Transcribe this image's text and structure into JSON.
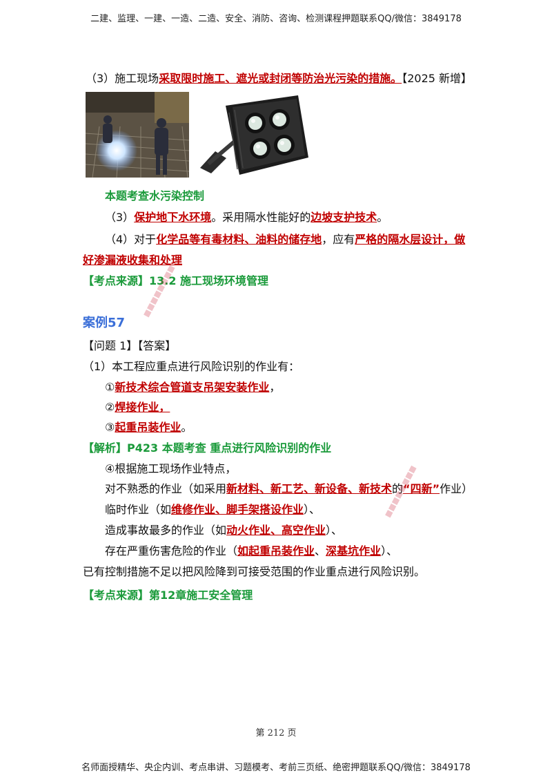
{
  "header": {
    "text": "二建、监理、一建、一造、二造、安全、消防、咨询、检测课程押题联系QQ/微信：3849178"
  },
  "section_light": {
    "prefix": "（3）施工现场",
    "highlight": "采取限时施工、遮光或封闭等防治光污染的措施。",
    "suffix": "【2025 新增】"
  },
  "images": {
    "welding_photo": "welding-photo",
    "floodlight_photo": "floodlight-photo"
  },
  "water": {
    "topic": "本题考查水污染控制",
    "item3_prefix": "（3）",
    "item3_hl": "保护地下水环境",
    "item3_mid": "。采用隔水性能好的",
    "item3_hl2": "边坡支护技术",
    "item3_end": "。",
    "item4_prefix": "（4）对于",
    "item4_hl": "化学品等有毒材料、油料的储存地",
    "item4_mid": "，应有",
    "item4_hl2": "严格的隔水层设计，做",
    "item4_line2": "好渗漏液收集和处理",
    "source": "【考点来源】13.2 施工现场环境管理"
  },
  "case": {
    "title": "案例57",
    "question": "【问题 1】【答案】",
    "intro": "（1）本工程应重点进行风险识别的作业有：",
    "answers": [
      {
        "num": "①",
        "text": "新技术综合管道支吊架安装作业",
        "tail": "，"
      },
      {
        "num": "②",
        "text": "焊接作业，",
        "tail": ""
      },
      {
        "num": "③",
        "text": "起重吊装作业",
        "tail": "。"
      }
    ],
    "analysis": "【解析】P423 本题考查 重点进行风险识别的作业",
    "point4": "④根据施工现场作业特点，",
    "l1_a": "对不熟悉的作业（如采用",
    "l1_hl": "新材料、新工艺、新设备、新技术",
    "l1_b": "的",
    "l1_hl2": "“四新”",
    "l1_c": "作业）",
    "l2_a": "临时作业（如",
    "l2_hl": "维修作业、脚手架搭设作业",
    "l2_b": "）、",
    "l3_a": "造成事故最多的作业（如",
    "l3_hl": "动火作业、高空作业",
    "l3_b": "）、",
    "l4_a": "存在严重伤害危险的作业（",
    "l4_hl": "如起重吊装作业",
    "l4_b": "、",
    "l4_hl2": "深基坑作业",
    "l4_c": "）、",
    "l5": "已有控制措施不足以把风险降到可接受范围的作业重点进行风险识别。",
    "source": "【考点来源】第12章施工安全管理"
  },
  "page_number": "第 212 页",
  "footer": {
    "text": "名师面授精华、央企内训、考点串讲、习题模考、考前三页纸、绝密押题联系QQ/微信：3849178"
  }
}
